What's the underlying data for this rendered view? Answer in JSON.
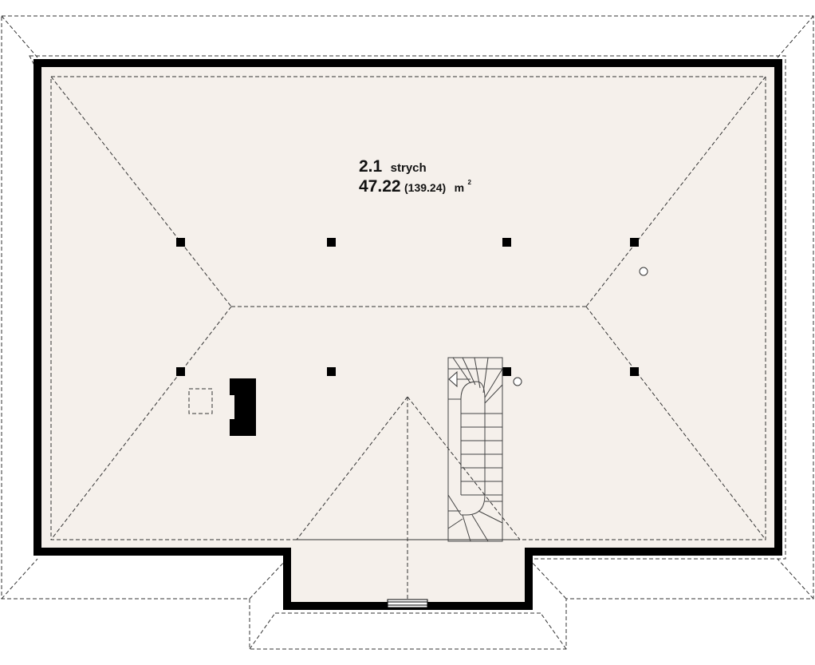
{
  "room": {
    "number": "2.1",
    "name": "strych",
    "area": "47.22",
    "area_total": "(139.24)",
    "unit": "m",
    "unit_exp": "2"
  },
  "colors": {
    "floor": "#f5f0eb",
    "wall": "#000000",
    "line": "#333333",
    "background": "#ffffff"
  },
  "icons": [
    "column-square-icon",
    "stair-arrow-icon",
    "vent-circle-icon",
    "chimney-icon",
    "window-icon"
  ]
}
